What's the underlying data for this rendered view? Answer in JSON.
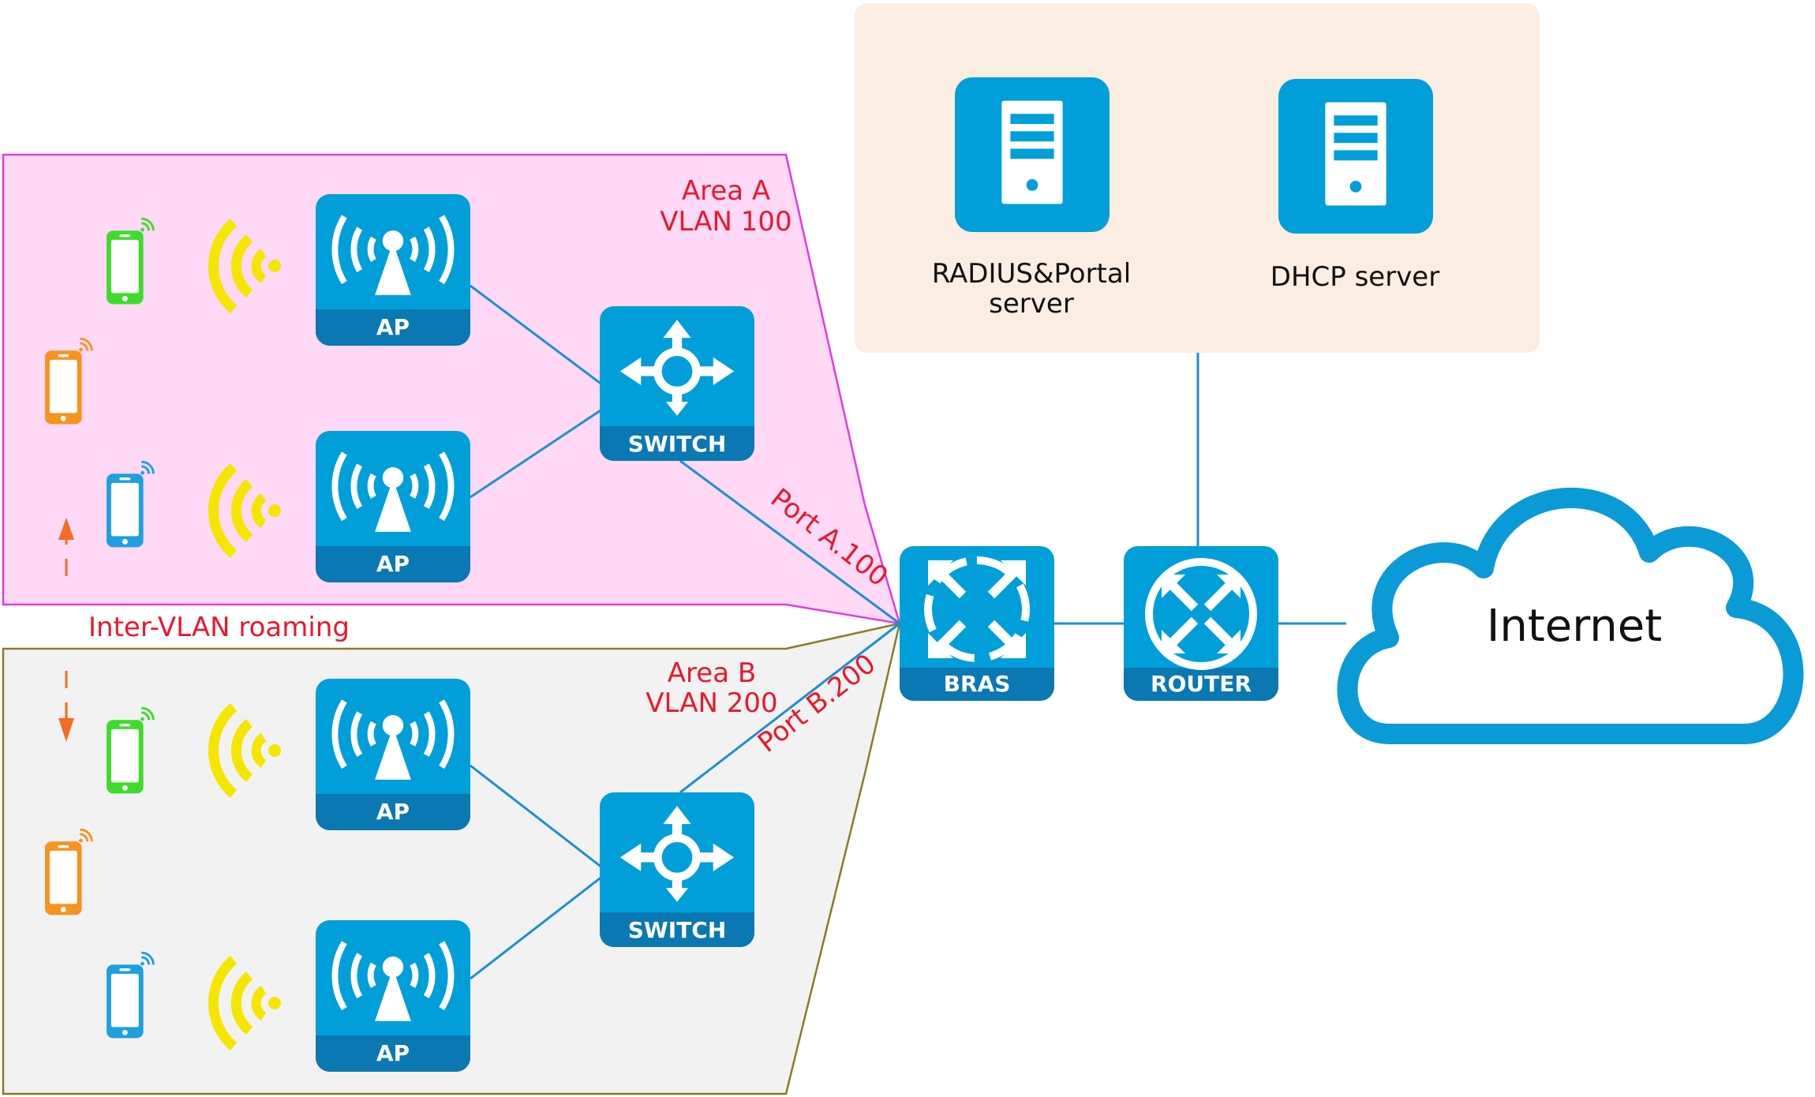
{
  "colors": {
    "device": "#009fd9",
    "device_dark": "#0a78b2",
    "link": "#1e8fcf",
    "area_a_fill": "#ffd9f6",
    "area_a_stroke": "#e53bd9",
    "area_b_fill": "#f2f2f2",
    "area_b_stroke": "#8a7a2a",
    "server_zone_fill": "#fcede2",
    "red_label": "#e8192c",
    "signal": "#f5e600",
    "roaming_arrow": "#f36c21",
    "phone_green": "#3ddc2a",
    "phone_orange": "#f7931e",
    "phone_blue": "#1e9fe0"
  },
  "areas": {
    "a": {
      "name": "Area A",
      "vlan": "VLAN 100"
    },
    "b": {
      "name": "Area B",
      "vlan": "VLAN 200"
    }
  },
  "ports": {
    "a": "Port A.100",
    "b": "Port B.200"
  },
  "roaming_label": "Inter-VLAN roaming",
  "devices": {
    "ap_label": "AP",
    "switch_label": "SWITCH",
    "bras_label": "BRAS",
    "router_label": "ROUTER"
  },
  "servers": {
    "radius": {
      "line1": "RADIUS&Portal",
      "line2": "server"
    },
    "dhcp": {
      "line1": "DHCP server"
    }
  },
  "internet_label": "Internet"
}
